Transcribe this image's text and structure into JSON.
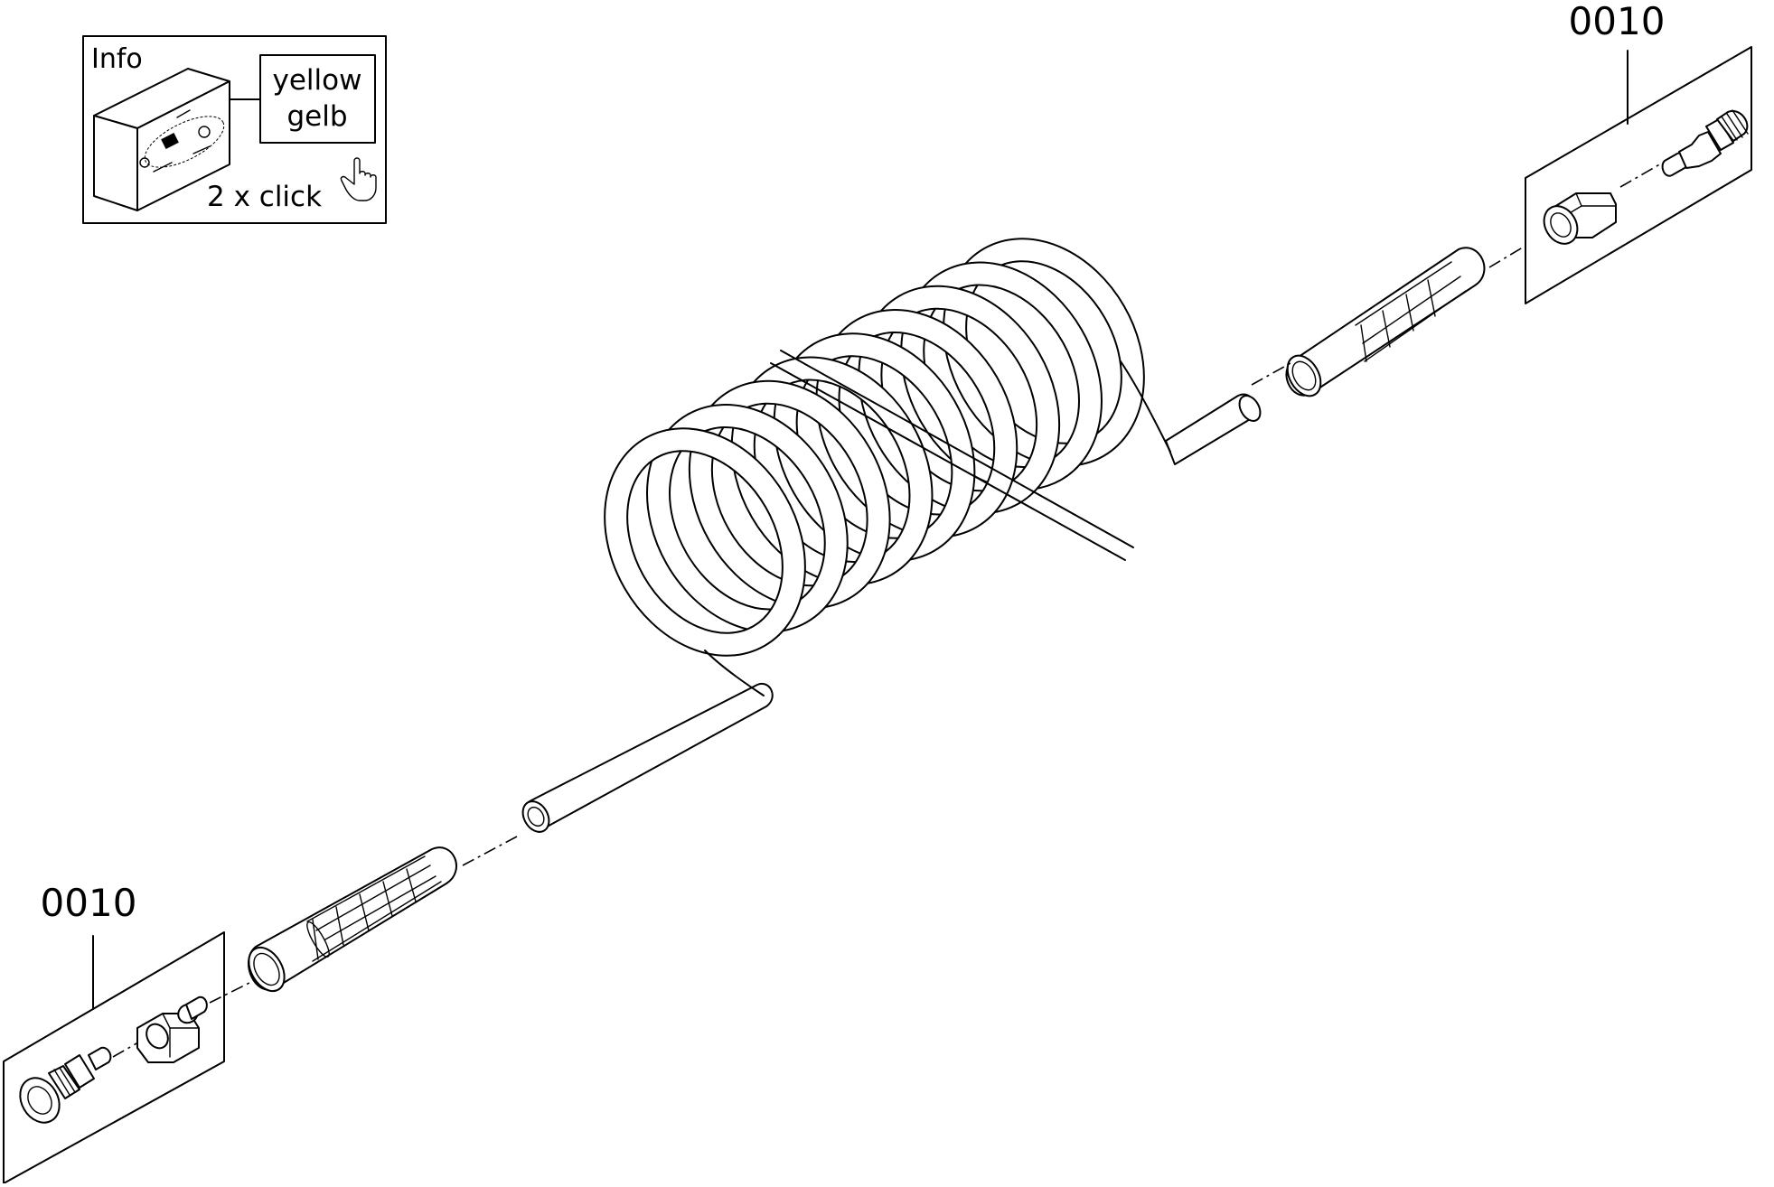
{
  "info_box": {
    "title": "Info",
    "color_en": "yellow",
    "color_de": "gelb",
    "hint": "2 x click",
    "hand_icon": "pointing-hand-icon"
  },
  "callouts": [
    {
      "label": "0010"
    },
    {
      "label": "0010"
    }
  ],
  "colors": {
    "line": "#000000",
    "background": "#ffffff"
  }
}
